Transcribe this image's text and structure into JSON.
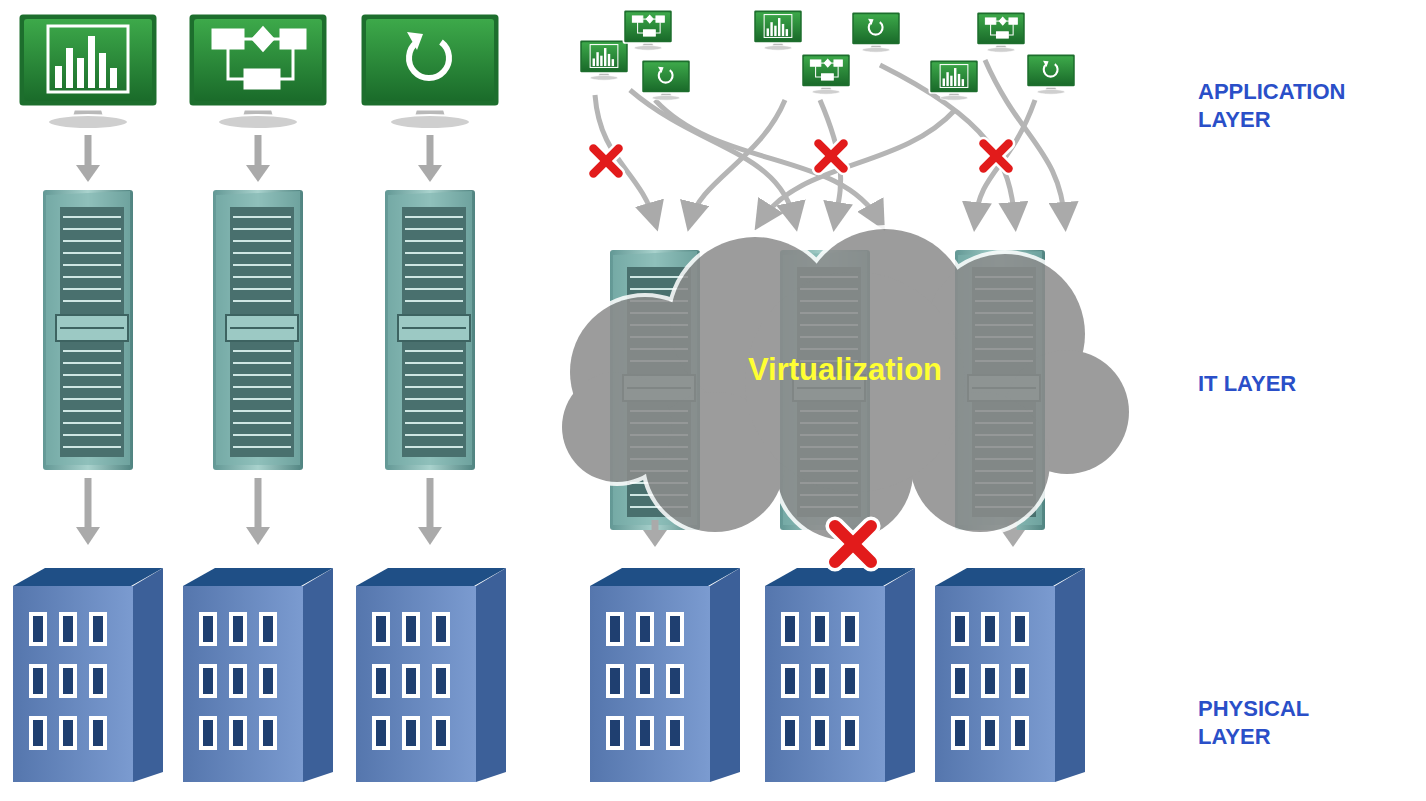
{
  "diagram": {
    "nodes": [
      {
        "text": [
          "Virtualization"
        ]
      }
    ],
    "labels": [
      "APPLICATION LAYER",
      "IT LAYER",
      "PHYSICAL LAYER"
    ]
  }
}
